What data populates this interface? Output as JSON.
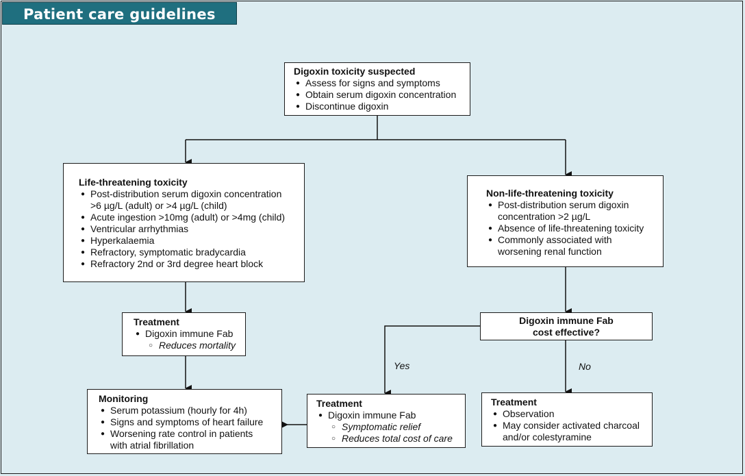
{
  "header": {
    "title": "Patient care guidelines"
  },
  "nodes": {
    "suspected": {
      "heading": "Digoxin toxicity suspected",
      "items": [
        "Assess for signs and symptoms",
        "Obtain serum digoxin concentration",
        "Discontinue digoxin"
      ]
    },
    "life": {
      "heading": "Life-threatening toxicity",
      "items": [
        "Post-distribution serum digoxin concentration",
        ">6 µg/L (adult) or >4 µg/L (child)",
        "Acute ingestion >10mg (adult) or >4mg (child)",
        "Ventricular arrhythmias",
        "Hyperkalaemia",
        "Refractory, symptomatic bradycardia",
        "Refractory 2nd or 3rd degree heart  block"
      ]
    },
    "nonlife": {
      "heading": "Non-life-threatening toxicity",
      "items": [
        "Post-distribution serum digoxin",
        "concentration >2 µg/L",
        "Absence of life-threatening toxicity",
        "Commonly associated with",
        "worsening renal function"
      ]
    },
    "treatment_life": {
      "heading": "Treatment",
      "item": "Digoxin immune Fab",
      "sub": "Reduces mortality"
    },
    "cost": {
      "line1": "Digoxin immune Fab",
      "line2": "cost effective?"
    },
    "monitoring": {
      "heading": "Monitoring",
      "items": [
        "Serum potassium (hourly for 4h)",
        "Signs and symptoms of heart failure",
        "Worsening rate control in patients",
        "with atrial fibrillation"
      ]
    },
    "treatment_yes": {
      "heading": "Treatment",
      "item": "Digoxin immune Fab",
      "subs": [
        "Symptomatic relief",
        "Reduces total cost of care"
      ]
    },
    "treatment_no": {
      "heading": "Treatment",
      "items": [
        "Observation",
        "May consider activated charcoal",
        "and/or colestyramine"
      ]
    }
  },
  "edge_labels": {
    "yes": "Yes",
    "no": "No"
  }
}
